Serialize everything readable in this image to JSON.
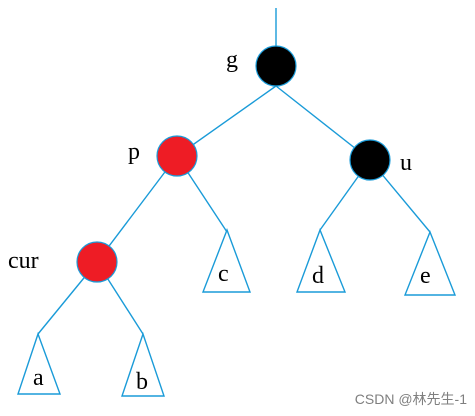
{
  "colors": {
    "edge": "#1a9bd8",
    "red_node": "#ee1c25",
    "black_node": "#000000"
  },
  "nodes": {
    "g": {
      "label": "g",
      "color": "black"
    },
    "p": {
      "label": "p",
      "color": "red"
    },
    "u": {
      "label": "u",
      "color": "black"
    },
    "cur": {
      "label": "cur",
      "color": "red"
    }
  },
  "subtrees": {
    "a": "a",
    "b": "b",
    "c": "c",
    "d": "d",
    "e": "e"
  },
  "watermark": "CSDN @林先生-1"
}
